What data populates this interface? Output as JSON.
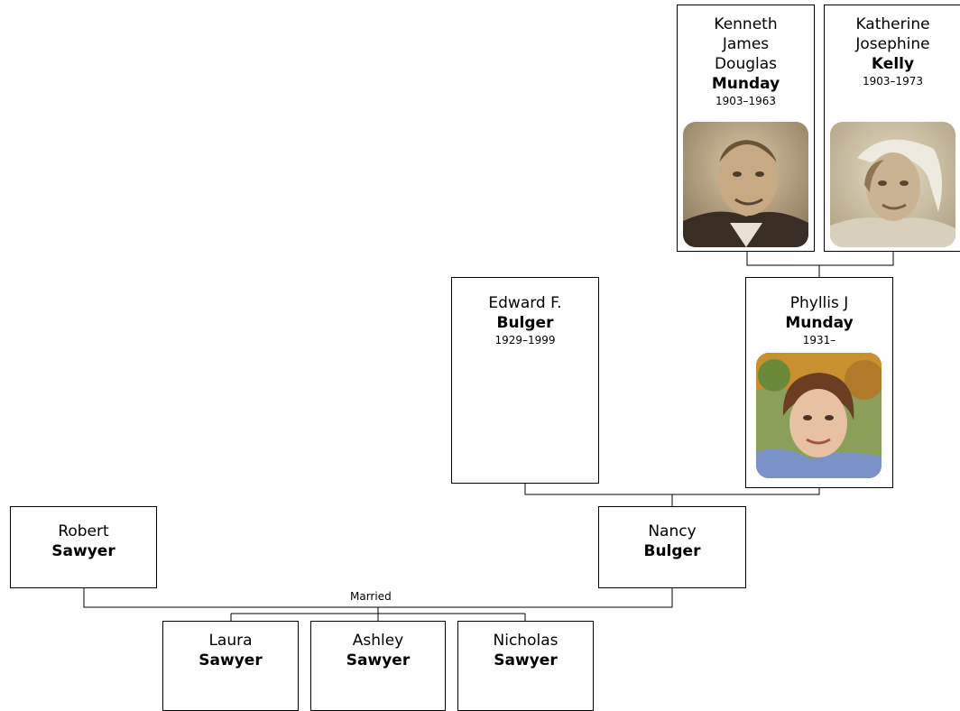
{
  "people": {
    "kenneth": {
      "given": "Kenneth James Douglas",
      "surname": "Munday",
      "dates": "1903–1963",
      "photo": "portrait-man-sepia"
    },
    "katherine": {
      "given": "Katherine Josephine",
      "surname": "Kelly",
      "dates": "1903–1973",
      "photo": "portrait-woman-sepia"
    },
    "edward": {
      "given": "Edward F.",
      "surname": "Bulger",
      "dates": "1929–1999"
    },
    "phyllis": {
      "given": "Phyllis J",
      "surname": "Munday",
      "dates": "1931–",
      "photo": "portrait-woman-color"
    },
    "robert": {
      "given": "Robert",
      "surname": "Sawyer"
    },
    "nancy": {
      "given": "Nancy",
      "surname": "Bulger"
    },
    "laura": {
      "given": "Laura",
      "surname": "Sawyer"
    },
    "ashley": {
      "given": "Ashley",
      "surname": "Sawyer"
    },
    "nicholas": {
      "given": "Nicholas",
      "surname": "Sawyer"
    }
  },
  "relationships": {
    "married_label": "Married"
  },
  "colors": {
    "border": "#000000",
    "background": "#ffffff"
  }
}
